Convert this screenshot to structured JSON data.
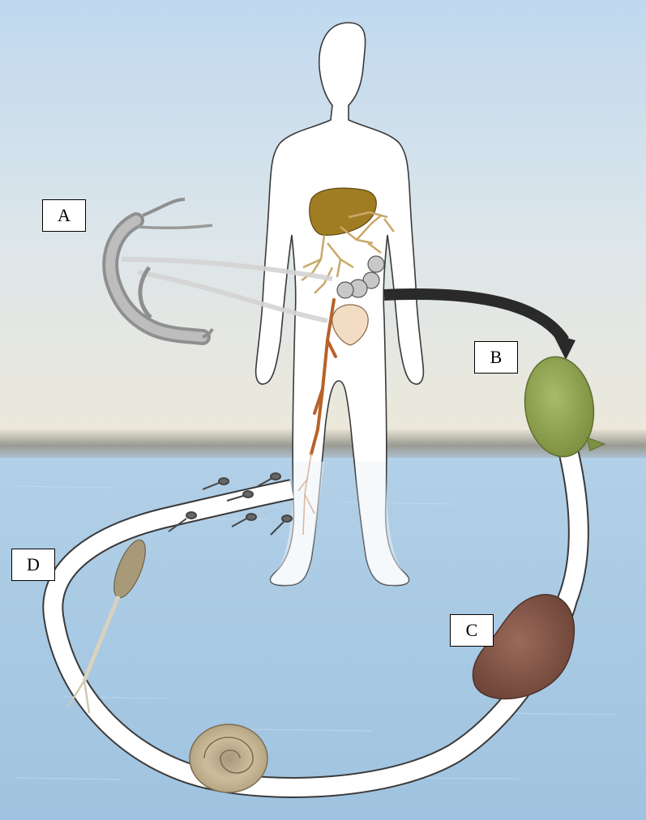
{
  "labels": {
    "a": "A",
    "b": "B",
    "c": "C",
    "d": "D"
  },
  "colors": {
    "sky_top": "#c3daf0",
    "sky_bottom": "#ebe7d9",
    "water": "#a9c9e2",
    "body_fill": "#ffffff",
    "body_outline": "#333333",
    "liver": "#9c7a22",
    "vessels": "#c9a86a",
    "vein": "#b8622a",
    "worm": "#9a9a9a",
    "egg": "#93a857",
    "miracidium": "#8a5b4c",
    "snail": "#c9b895",
    "cercaria": "#a89a78"
  },
  "icons": [
    "adult-worm-icon",
    "egg-icon",
    "sporocyst-icon",
    "snail-icon",
    "cercaria-icon",
    "human-figure-icon"
  ]
}
